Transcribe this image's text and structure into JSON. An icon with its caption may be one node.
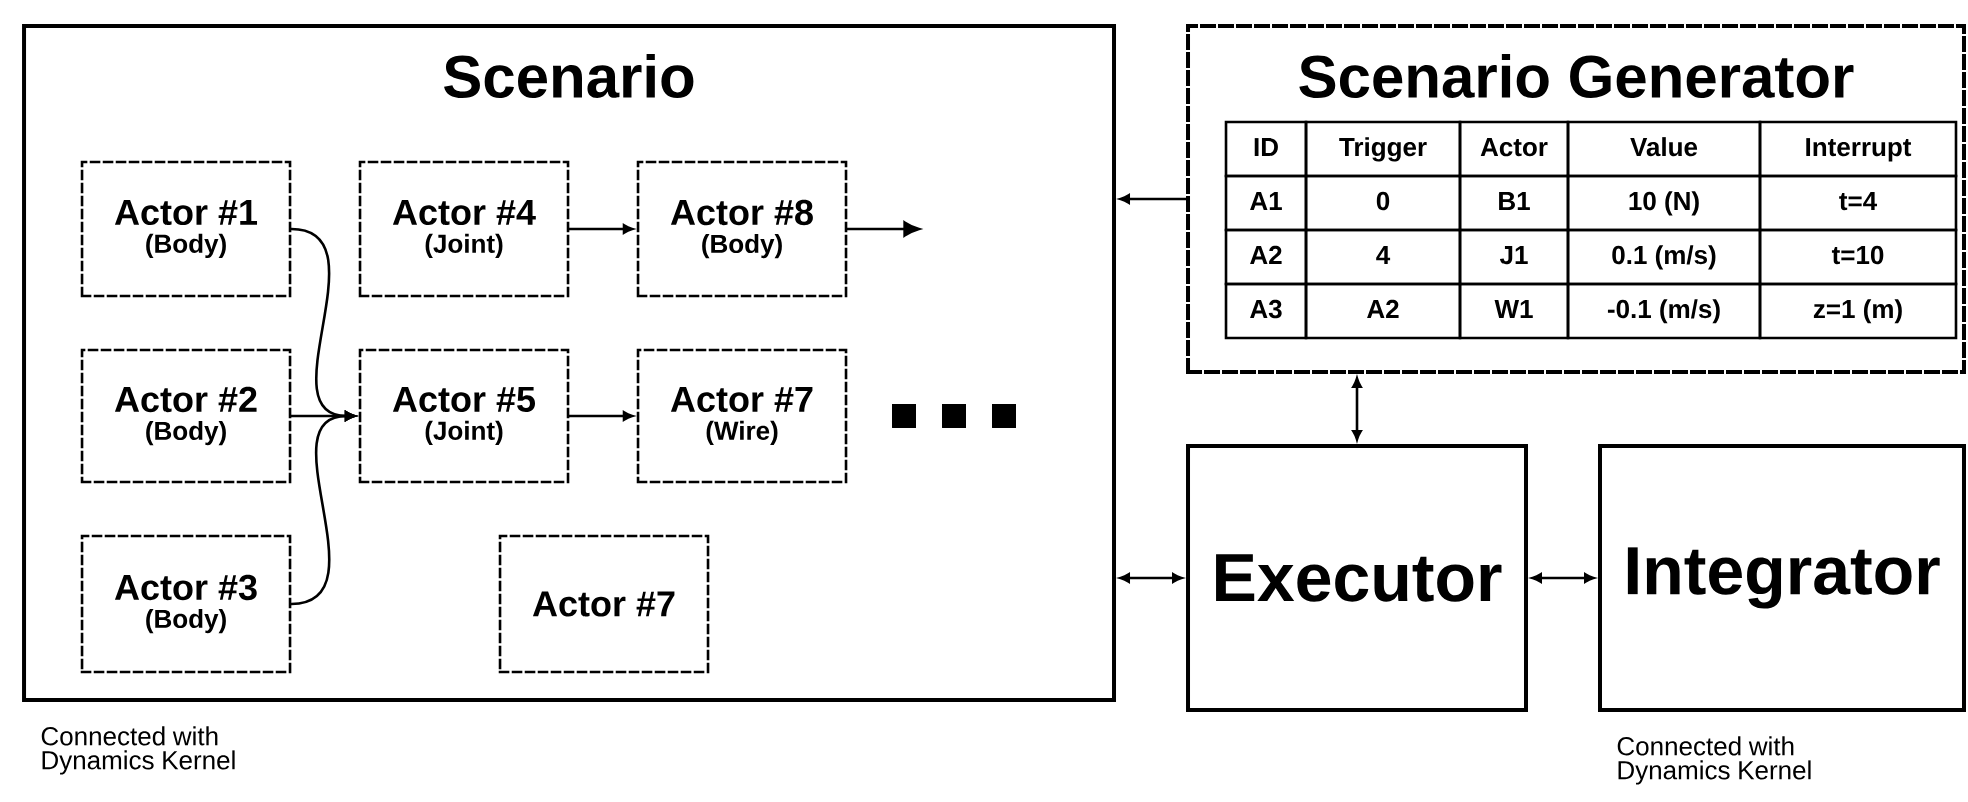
{
  "diagram": {
    "nodes": [
      {
        "text": [
          "Scenario"
        ],
        "beside": [
          "Connected with Dynamics Kernel"
        ]
      },
      {
        "text": [
          "Actor #1",
          "(Body)"
        ],
        "in": 0
      },
      {
        "text": [
          "Actor #4",
          "(Joint)"
        ],
        "in": 0
      },
      {
        "text": [
          "Actor #8",
          "(Body)"
        ],
        "in": 0
      },
      {
        "text": [
          "Actor #2",
          "(Body)"
        ],
        "in": 0
      },
      {
        "text": [
          "Actor #5",
          "(Joint)"
        ],
        "in": 0
      },
      {
        "text": [
          "Actor #7",
          "(Wire)"
        ],
        "in": 0
      },
      {
        "text": [
          "Actor #3",
          "(Body)"
        ],
        "in": 0
      },
      {
        "text": [
          "Actor #7"
        ],
        "in": 0
      },
      {
        "text": [
          "Scenario Generator"
        ]
      },
      {
        "text": [
          "Executor"
        ]
      },
      {
        "text": [
          "Integrator"
        ],
        "beside": [
          "Connected with Dynamics Kernel"
        ]
      }
    ],
    "edges": [
      {
        "from": 1,
        "to": 5,
        "arrow": "to"
      },
      {
        "from": 4,
        "to": 5,
        "arrow": "to"
      },
      {
        "from": 7,
        "to": 5,
        "arrow": "to"
      },
      {
        "from": 2,
        "to": 3,
        "arrow": "to"
      },
      {
        "from": 3,
        "to": null,
        "arrow": "to"
      },
      {
        "from": 5,
        "to": 6,
        "arrow": "to"
      },
      {
        "from": 9,
        "to": 0,
        "arrow": "to"
      },
      {
        "from": 9,
        "to": 10,
        "arrow": "both"
      },
      {
        "from": 0,
        "to": 10,
        "arrow": "both"
      },
      {
        "from": 10,
        "to": 11,
        "arrow": "both"
      }
    ],
    "labels": [
      "ID",
      "Trigger",
      "Actor",
      "Value",
      "Interrupt",
      "A1",
      "0",
      "B1",
      "10 (N)",
      "t=4",
      "A2",
      "4",
      "J1",
      "0.1 (m/s)",
      "t=10",
      "A3",
      "A2",
      "W1",
      "-0.1 (m/s)",
      "z=1 (m)"
    ]
  }
}
